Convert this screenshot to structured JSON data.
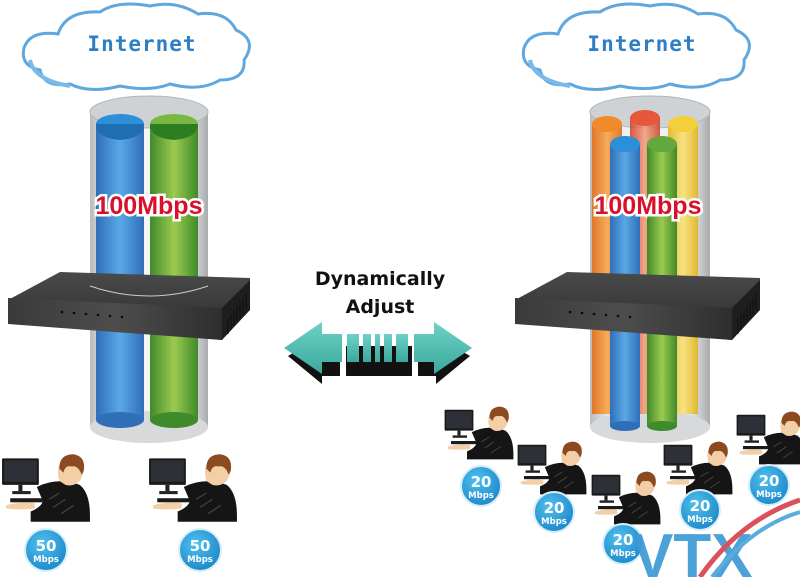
{
  "diagram": {
    "title": "Bandwidth management: dynamically adjust per-user bandwidth",
    "left": {
      "cloud_label": "Internet",
      "total_bandwidth": "100Mbps",
      "channels": [
        {
          "color": "#3b8fd6",
          "name": "blue"
        },
        {
          "color": "#62a83c",
          "name": "green"
        }
      ],
      "users": [
        {
          "speed_value": "50",
          "speed_unit": "Mbps"
        },
        {
          "speed_value": "50",
          "speed_unit": "Mbps"
        }
      ]
    },
    "center": {
      "label_line1": "Dynamically",
      "label_line2": "Adjust",
      "arrow_color": "#4db8ae"
    },
    "right": {
      "cloud_label": "Internet",
      "total_bandwidth": "100Mbps",
      "channels": [
        {
          "color": "#f08a2a",
          "name": "orange"
        },
        {
          "color": "#e5583c",
          "name": "red"
        },
        {
          "color": "#f3cf3a",
          "name": "yellow"
        },
        {
          "color": "#3b8fd6",
          "name": "blue"
        },
        {
          "color": "#62a83c",
          "name": "green"
        }
      ],
      "users": [
        {
          "speed_value": "20",
          "speed_unit": "Mbps"
        },
        {
          "speed_value": "20",
          "speed_unit": "Mbps"
        },
        {
          "speed_value": "20",
          "speed_unit": "Mbps"
        },
        {
          "speed_value": "20",
          "speed_unit": "Mbps"
        },
        {
          "speed_value": "20",
          "speed_unit": "Mbps"
        }
      ]
    },
    "watermark": {
      "text": "VTX",
      "color": "#3d9ad6",
      "accent": "#d8434e"
    }
  }
}
